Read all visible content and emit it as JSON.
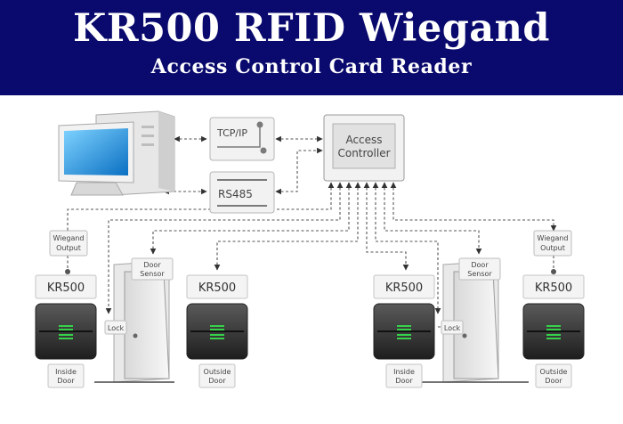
{
  "banner": {
    "title": "KR500 RFID Wiegand",
    "subtitle": "Access Control Card Reader",
    "background": "#0a0a6e"
  },
  "diagram": {
    "tcpip": "TCP/IP",
    "rs485": "RS485",
    "controller_line1": "Access",
    "controller_line2": "Controller",
    "wiegand_line1": "Wiegand",
    "wiegand_line2": "Output",
    "door_sensor_line1": "Door",
    "door_sensor_line2": "Sensor",
    "lock": "Lock",
    "reader_model": "KR500",
    "inside_line1": "Inside",
    "inside_line2": "Door",
    "outside_line1": "Outside",
    "outside_line2": "Door",
    "indicator_color": "#35d24a"
  }
}
